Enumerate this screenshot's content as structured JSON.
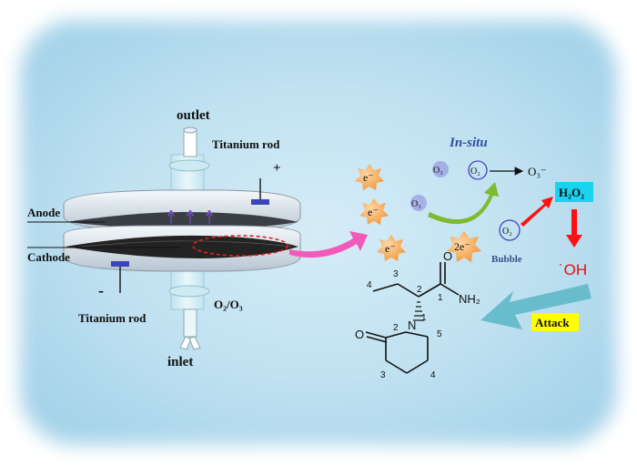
{
  "reactor": {
    "outlet": "outlet",
    "inlet": "inlet",
    "titanium_rod_top": "Titanium rod",
    "titanium_rod_bottom": "Titanium rod",
    "plus": "+",
    "minus": "-",
    "anode": "Anode",
    "cathode": "Cathode",
    "gas_feed": "O₂/O₃"
  },
  "reaction": {
    "in_situ": "In-situ",
    "electrons": [
      "e⁻",
      "e⁻",
      "e⁻",
      "2e⁻"
    ],
    "o3_upper": "O₃",
    "o3_lower": "O₃",
    "o2_circle": "O₂",
    "o3_radical": "O₃⁻",
    "h2o2": "H₂O₂",
    "o2_bubble": "O₂",
    "bubble_label": "Bubble",
    "oh_radical": "˙OH",
    "attack": "Attack"
  },
  "molecule": {
    "nh2": "NH₂",
    "n": "N",
    "o": "O",
    "numbers": [
      "3",
      "4",
      "2",
      "1",
      "1",
      "2",
      "5",
      "3",
      "4"
    ]
  },
  "colors": {
    "cathode": "#232323",
    "electron_star": "#f2a14a",
    "h2o2_box": "#19d3f0",
    "attack_box": "#ffff00",
    "arrow_red": "#ff1010",
    "pink_arrow": "#f25ab9",
    "teal_arrow": "#5fb8c6",
    "in_situ_text": "#2f4f9c",
    "green_arrow": "#7dbb32"
  }
}
